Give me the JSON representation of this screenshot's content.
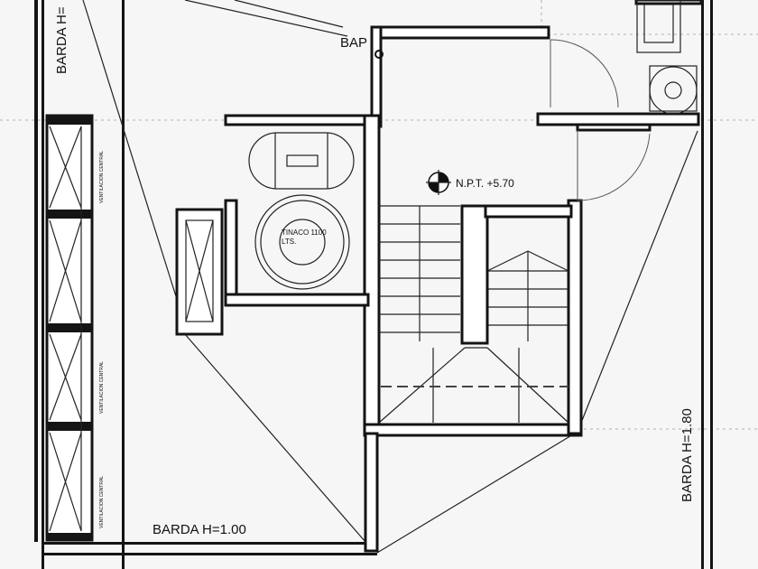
{
  "labels": {
    "barda_left": "BARDA H=",
    "barda_bottom": "BARDA H=1.00",
    "barda_right": "BARDA H=1.80",
    "bap": "BAP",
    "npt": "N.P.T. +5.70",
    "tinaco_line1": "TINACO 1100",
    "tinaco_line2": "LTS.",
    "ventilacion_1": "VENTILACION CENTRAL",
    "ventilacion_2": "VENTILACION CENTRAL",
    "ventilacion_3": "VENTILACION CENTRAL"
  },
  "colors": {
    "background": "#f6f6f6",
    "walls": "#141414",
    "gridlines": "#9a9a9a"
  }
}
